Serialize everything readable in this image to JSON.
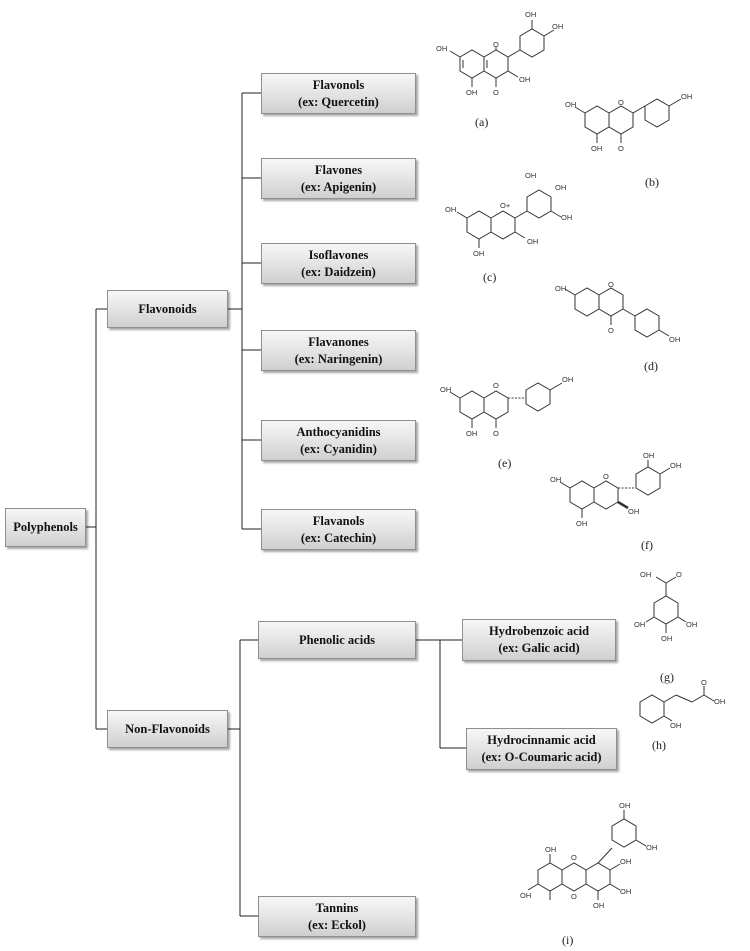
{
  "root": {
    "label": "Polyphenols"
  },
  "groups": {
    "flavonoids": {
      "label": "Flavonoids"
    },
    "non_flavonoids": {
      "label": "Non-Flavonoids"
    }
  },
  "flavonoid_classes": [
    {
      "name": "Flavonols",
      "example": "(ex: Quercetin)"
    },
    {
      "name": "Flavones",
      "example": "(ex: Apigenin)"
    },
    {
      "name": "Isoflavones",
      "example": "(ex: Daidzein)"
    },
    {
      "name": "Flavanones",
      "example": "(ex: Naringenin)"
    },
    {
      "name": "Anthocyanidins",
      "example": "(ex: Cyanidin)"
    },
    {
      "name": "Flavanols",
      "example": "(ex: Catechin)"
    }
  ],
  "non_flavonoid_classes": {
    "phenolic_acids": {
      "label": "Phenolic acids"
    },
    "hydrobenzoic": {
      "name": "Hydrobenzoic acid",
      "example": "(ex: Galic acid)"
    },
    "hydrocinnamic": {
      "name": "Hydrocinnamic acid",
      "example": "(ex: O-Coumaric acid)"
    },
    "tannins": {
      "name": "Tannins",
      "example": "(ex: Eckol)"
    }
  },
  "structure_captions": [
    "(a)",
    "(b)",
    "(c)",
    "(d)",
    "(e)",
    "(f)",
    "(g)",
    "(h)",
    "(i)"
  ],
  "atom_labels": {
    "oh": "OH",
    "o": "O",
    "o_plus": "O+"
  },
  "colors": {
    "line": "#222222",
    "box_border": "#8f8f8f"
  }
}
